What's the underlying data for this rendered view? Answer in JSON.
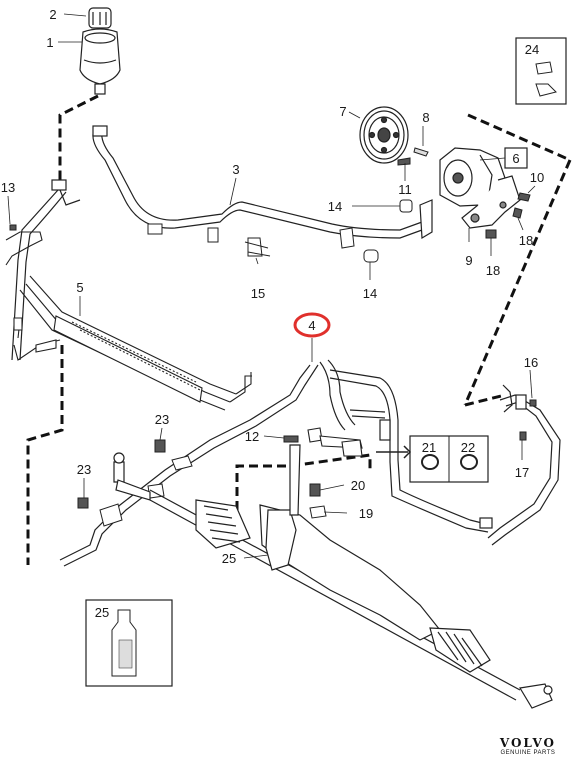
{
  "brand": {
    "name": "VOLVO",
    "subtitle": "GENUINE PARTS"
  },
  "highlight_color": "#e0302c",
  "callouts": {
    "c1": "1",
    "c2": "2",
    "c3": "3",
    "c4": "4",
    "c5": "5",
    "c6": "6",
    "c7": "7",
    "c8": "8",
    "c9": "9",
    "c10": "10",
    "c11": "11",
    "c12": "12",
    "c13": "13",
    "c14a": "14",
    "c14b": "14",
    "c15": "15",
    "c16": "16",
    "c17": "17",
    "c18a": "18",
    "c18b": "18",
    "c19": "19",
    "c20": "20",
    "c21": "21",
    "c22": "22",
    "c23a": "23",
    "c23b": "23",
    "c24": "24",
    "c25a": "25",
    "c25b": "25"
  }
}
